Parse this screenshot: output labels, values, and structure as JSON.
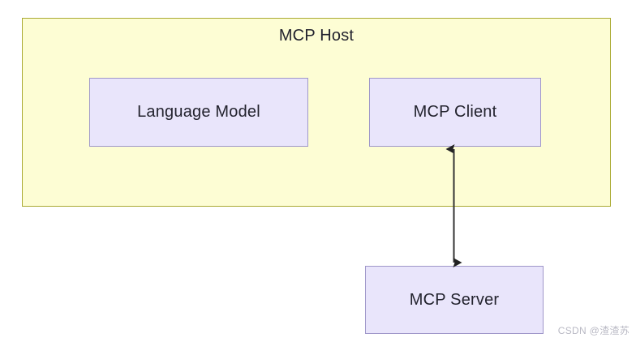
{
  "diagram": {
    "title": "MCP Host",
    "background_color": "#ffffff",
    "container": {
      "label": "MCP Host",
      "fill_color": "#fdfdd4",
      "border_color": "#aaaa33"
    },
    "nodes": [
      {
        "id": "language-model",
        "label": "Language Model",
        "fill_color": "#e9e5fb",
        "border_color": "#9f97c9"
      },
      {
        "id": "mcp-client",
        "label": "MCP Client",
        "fill_color": "#e9e5fb",
        "border_color": "#9f97c9"
      },
      {
        "id": "mcp-server",
        "label": "MCP Server",
        "fill_color": "#e9e5fb",
        "border_color": "#9f97c9"
      }
    ],
    "connectors": [
      {
        "id": "client-server-link",
        "from": "mcp-client",
        "to": "mcp-server",
        "style": "double-headed-arrow",
        "color": "#222222"
      }
    ],
    "watermark": "CSDN @渣渣苏"
  }
}
